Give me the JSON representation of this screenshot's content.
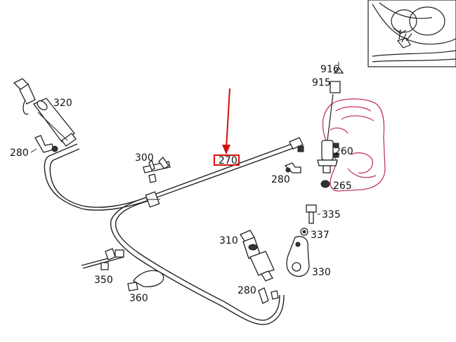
{
  "labels": {
    "p320": "320",
    "p280a": "280",
    "p300": "300",
    "p270": "270",
    "p280b": "280",
    "p916": "916",
    "p915": "915",
    "p260": "260",
    "p265": "265",
    "p335": "335",
    "p337": "337",
    "p310": "310",
    "p330": "330",
    "p350": "350",
    "p360": "360",
    "p280c": "280"
  },
  "colors": {
    "line": "#222222",
    "highlight": "#d01010",
    "reservoir": "#c0395a"
  },
  "highlighted_part": "270"
}
